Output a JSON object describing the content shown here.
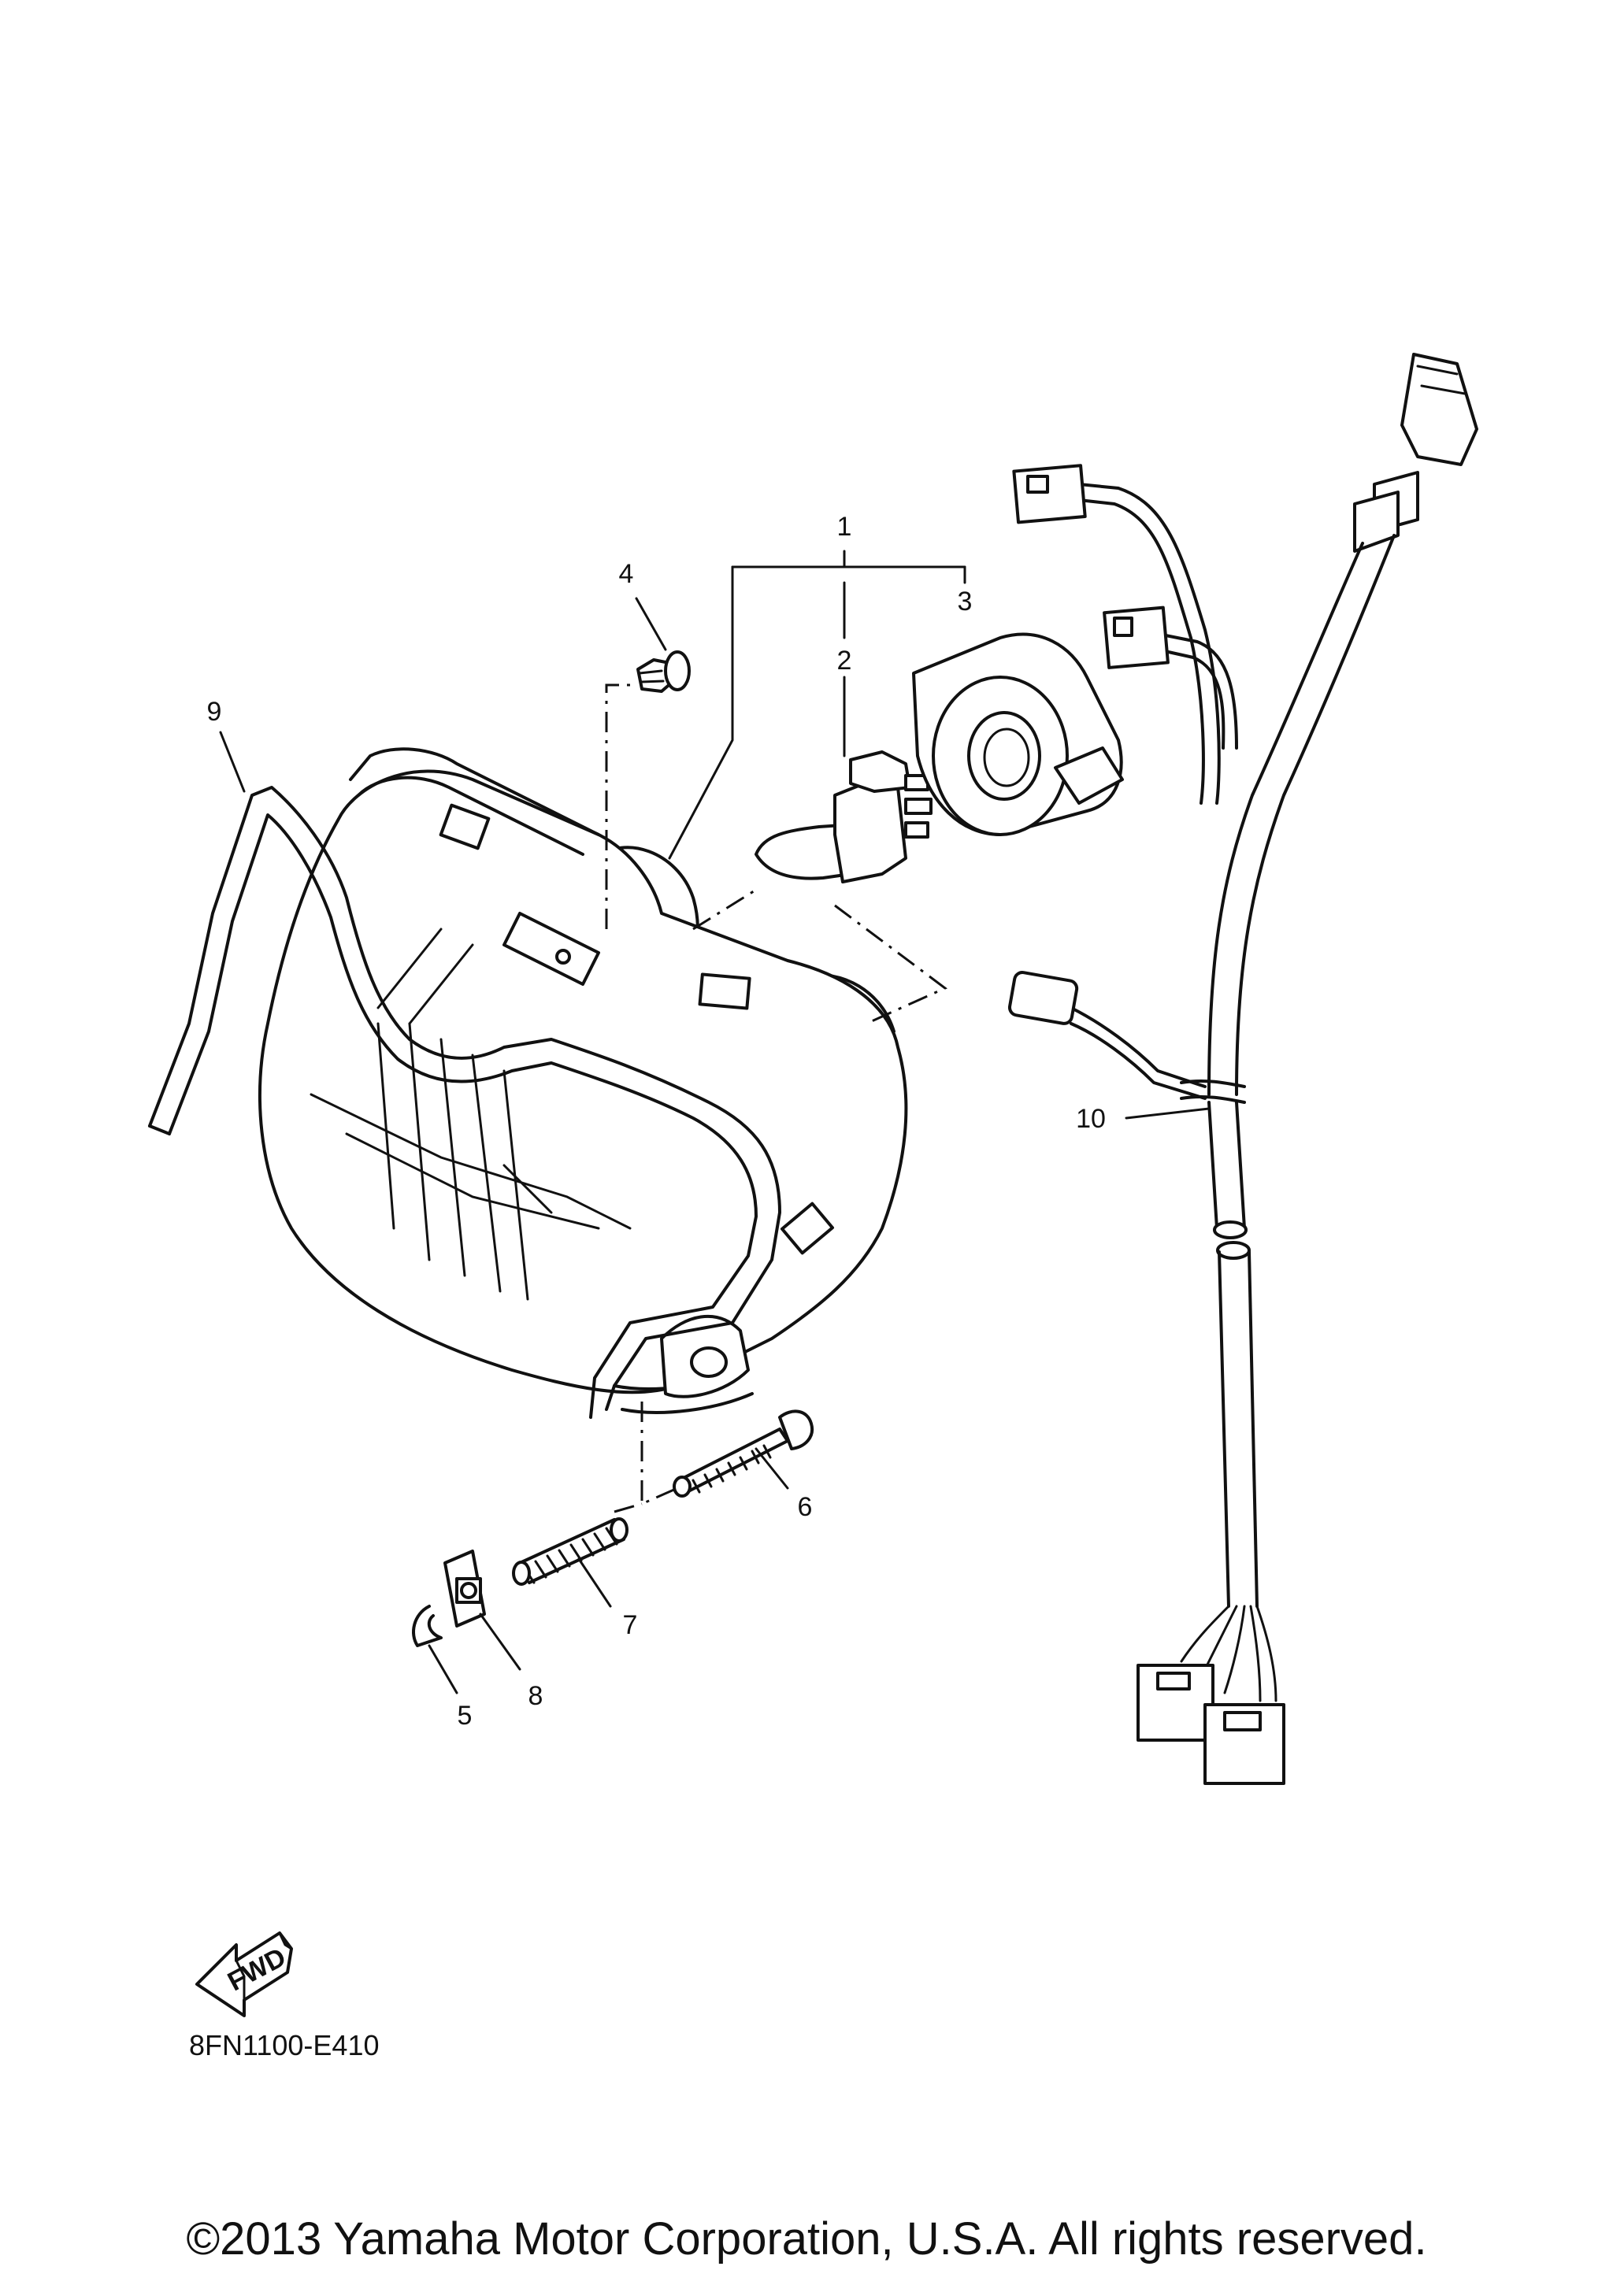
{
  "diagram": {
    "callouts": [
      {
        "id": "1",
        "label": "1"
      },
      {
        "id": "2",
        "label": "2"
      },
      {
        "id": "3",
        "label": "3"
      },
      {
        "id": "4",
        "label": "4"
      },
      {
        "id": "5",
        "label": "5"
      },
      {
        "id": "6",
        "label": "6"
      },
      {
        "id": "7",
        "label": "7"
      },
      {
        "id": "8",
        "label": "8"
      },
      {
        "id": "9",
        "label": "9"
      },
      {
        "id": "10",
        "label": "10"
      }
    ],
    "fwd_label": "FWD",
    "diagram_code": "8FN1100-E410"
  },
  "footer": {
    "copyright": "©2013 Yamaha Motor Corporation, U.S.A. All rights reserved."
  }
}
